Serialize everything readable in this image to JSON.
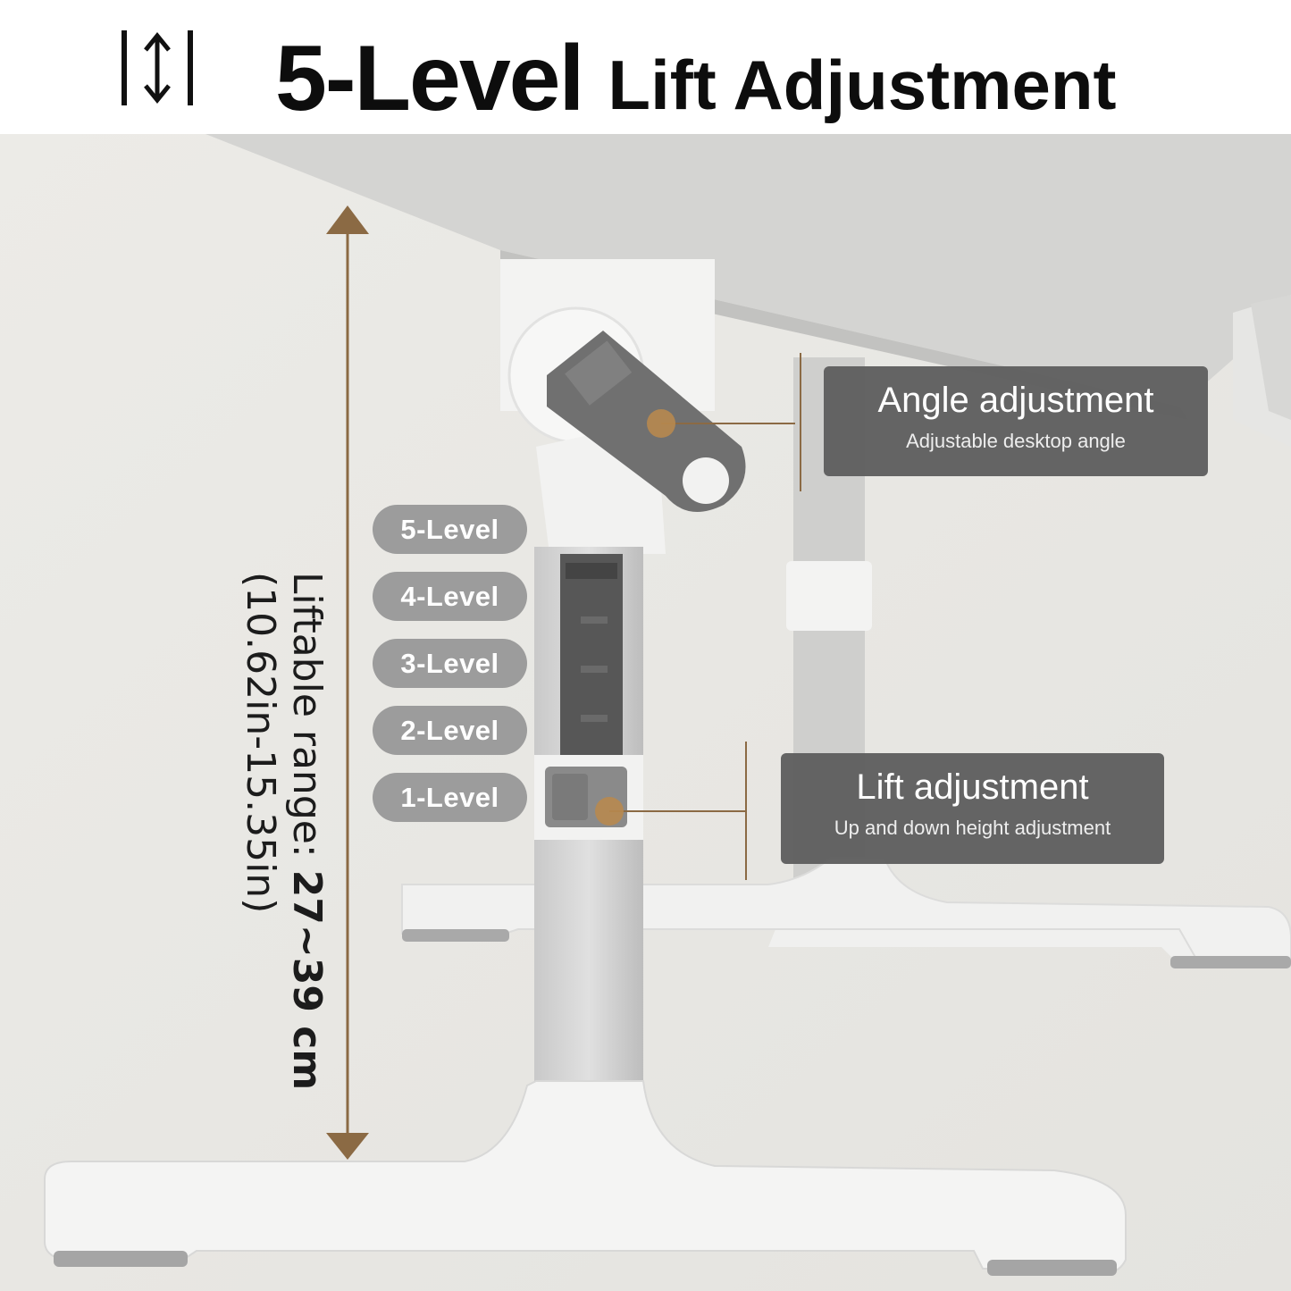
{
  "header": {
    "title_main": "5-Level",
    "title_sub": "Lift Adjustment",
    "icon": "vertical-adjust-icon"
  },
  "range_label": {
    "prefix": "Liftable range: ",
    "value": "27~39 cm",
    "inches": "(10.62in-15.35in)"
  },
  "levels": [
    {
      "label": "5-Level"
    },
    {
      "label": "4-Level"
    },
    {
      "label": "3-Level"
    },
    {
      "label": "2-Level"
    },
    {
      "label": "1-Level"
    }
  ],
  "callouts": {
    "angle": {
      "title": "Angle adjustment",
      "subtitle": "Adjustable desktop angle"
    },
    "lift": {
      "title": "Lift adjustment",
      "subtitle": "Up and down height adjustment"
    }
  },
  "colors": {
    "accent_brown": "#8b6a44",
    "callout_bg": "#5f5f5f",
    "pill_bg": "#9c9c9c"
  }
}
